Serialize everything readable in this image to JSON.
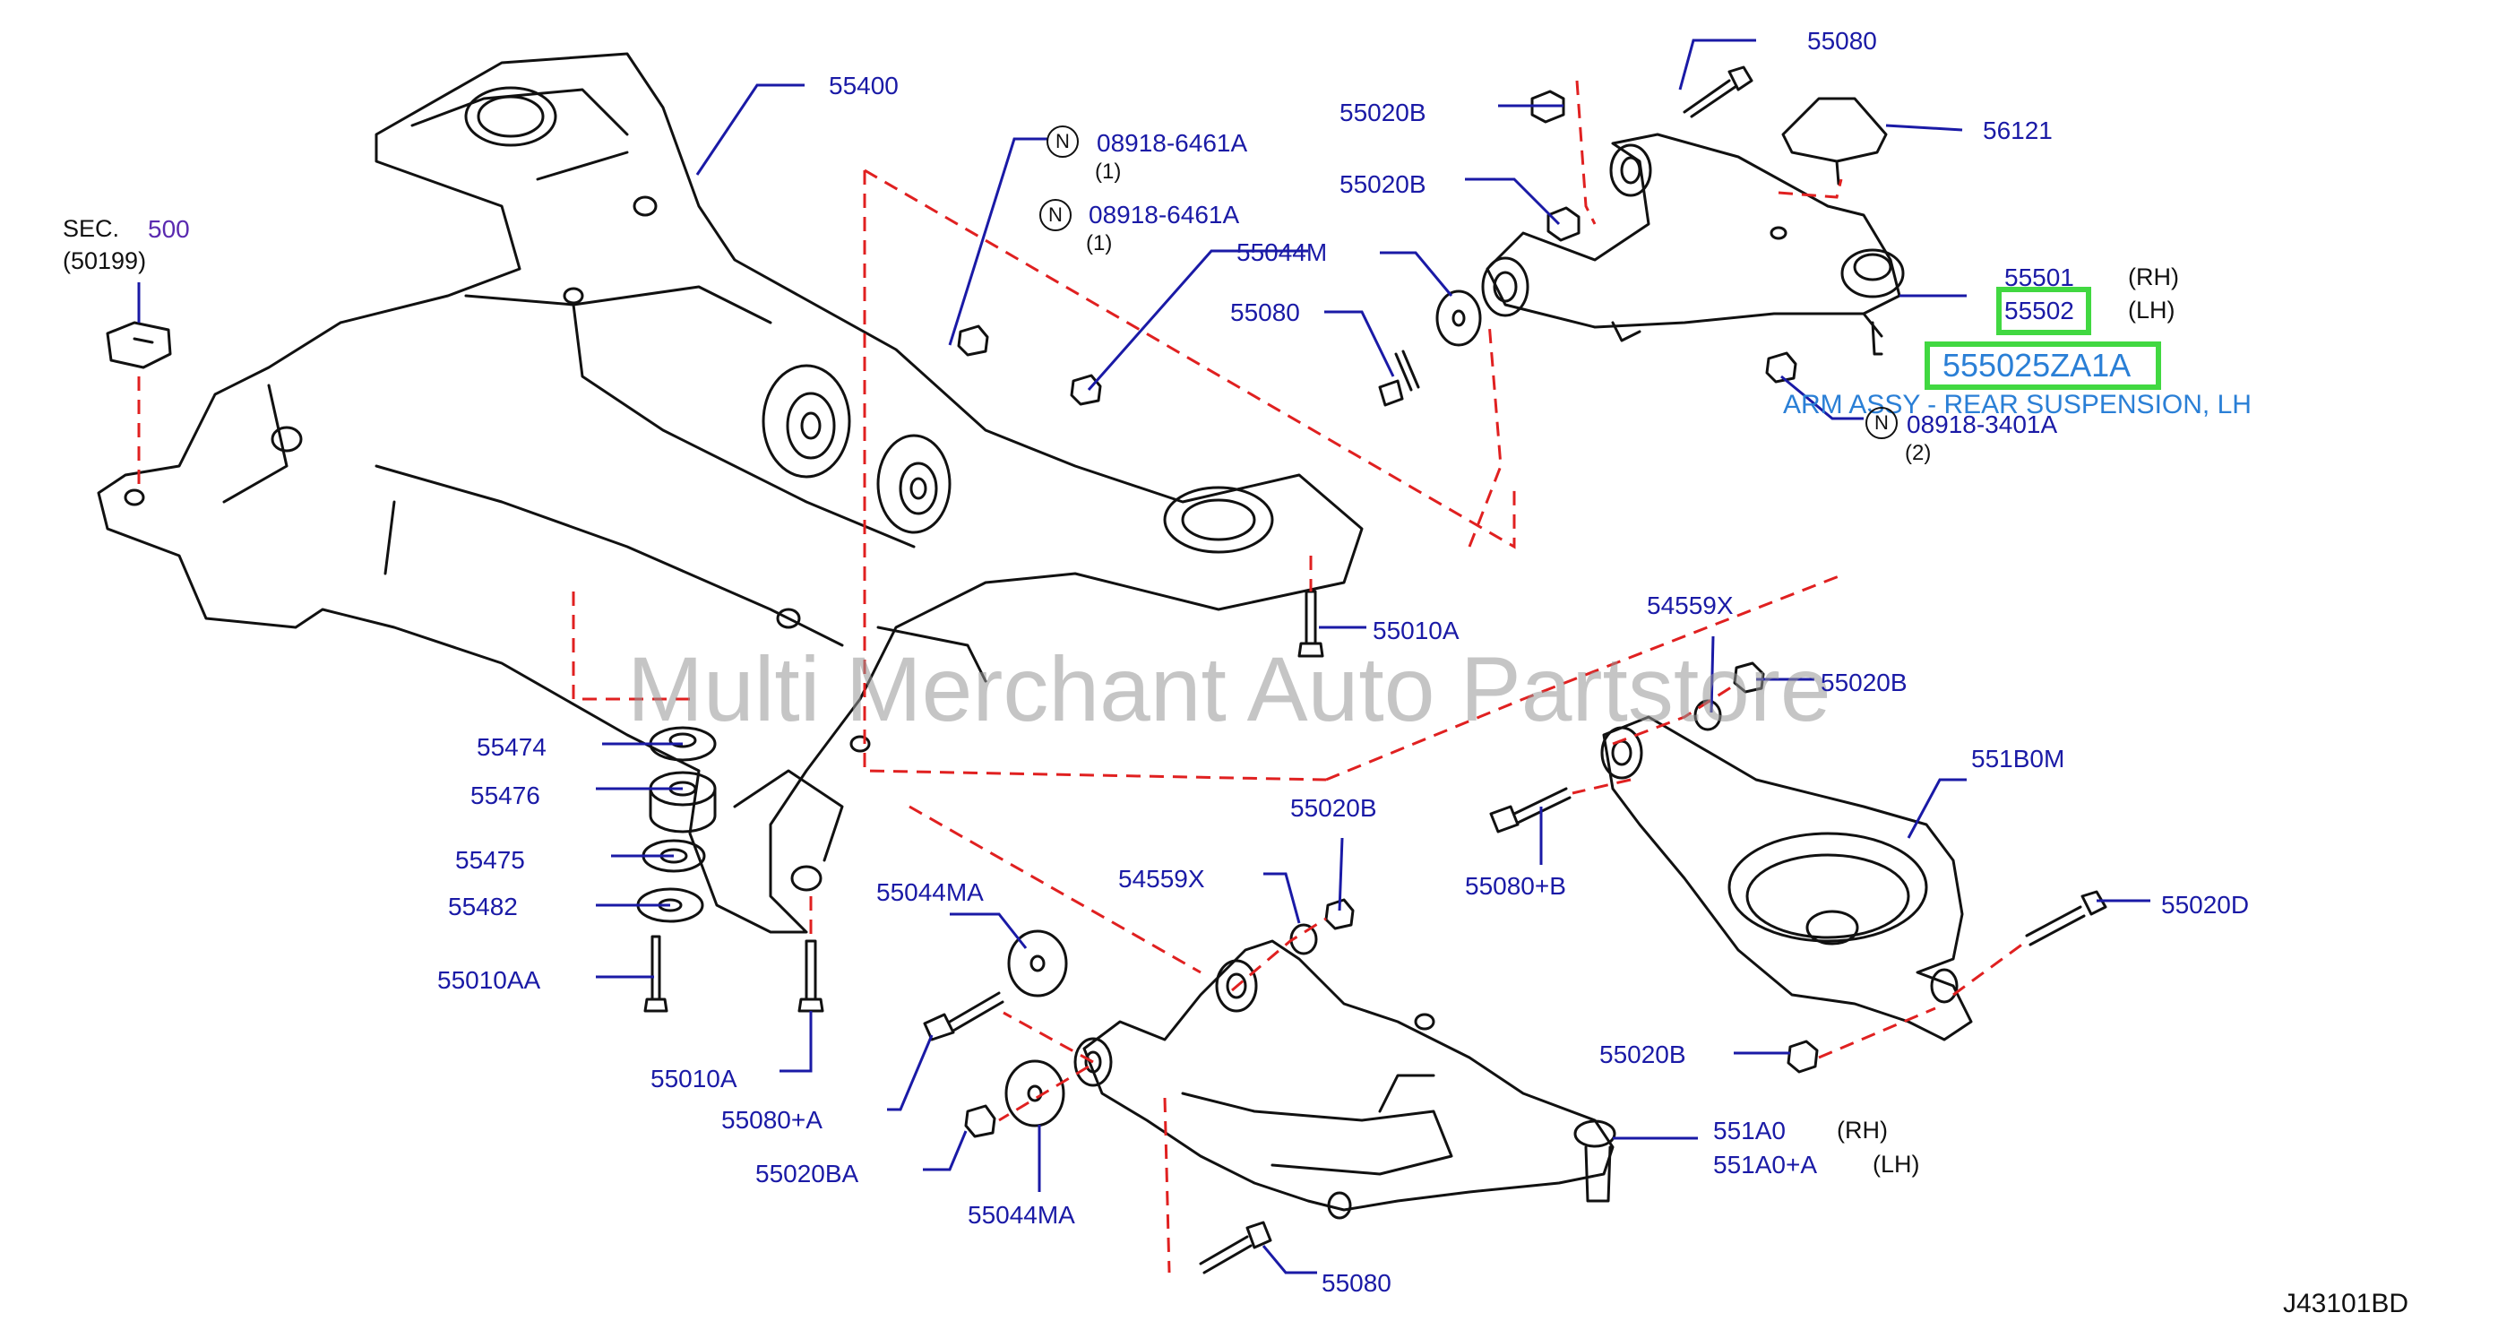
{
  "diagram": {
    "drawing_code": "J43101BD",
    "watermark": "Multi Merchant Auto Partstore",
    "highlight": {
      "part_no": "555025ZA1A",
      "description": "ARM ASSY - REAR SUSPENSION, LH",
      "callout": "55502"
    },
    "sec_ref": {
      "prefix": "SEC.",
      "number": "500",
      "sub": "(50199)"
    },
    "notice_symbol": "N",
    "side_rh": "(RH)",
    "side_lh": "(LH)",
    "labels": {
      "l55400": "55400",
      "l55080_a": "55080",
      "l55020B_a": "55020B",
      "l56121": "56121",
      "l55020B_b": "55020B",
      "l08918_6461A_a": "08918-6461A",
      "q1_a": "(1)",
      "l08918_6461A_b": "08918-6461A",
      "q1_b": "(1)",
      "l55044M": "55044M",
      "l55501": "55501",
      "l55080_b": "55080",
      "l08918_3401A": "08918-3401A",
      "q2": "(2)",
      "l55010A_a": "55010A",
      "l54559X_a": "54559X",
      "l55020B_c": "55020B",
      "l55474": "55474",
      "l551B0M": "551B0M",
      "l55476": "55476",
      "l55020B_d": "55020B",
      "l55475": "55475",
      "l55080pB": "55080+B",
      "l55044MA_a": "55044MA",
      "l54559X_b": "54559X",
      "l55482": "55482",
      "l55020D": "55020D",
      "l55010AA": "55010AA",
      "l55020B_e": "55020B",
      "l55010A_b": "55010A",
      "l55080pA": "55080+A",
      "l551A0": "551A0",
      "l551A0pA": "551A0+A",
      "l55020BA": "55020BA",
      "l55044MA_b": "55044MA",
      "l55080_c": "55080"
    }
  },
  "colors": {
    "line": "#111111",
    "leader": "#1a1aa6",
    "dashed": "#e02020",
    "label": "#1a1aa6",
    "highlight_border": "#41d841",
    "highlight_text": "#2a7fd6"
  }
}
